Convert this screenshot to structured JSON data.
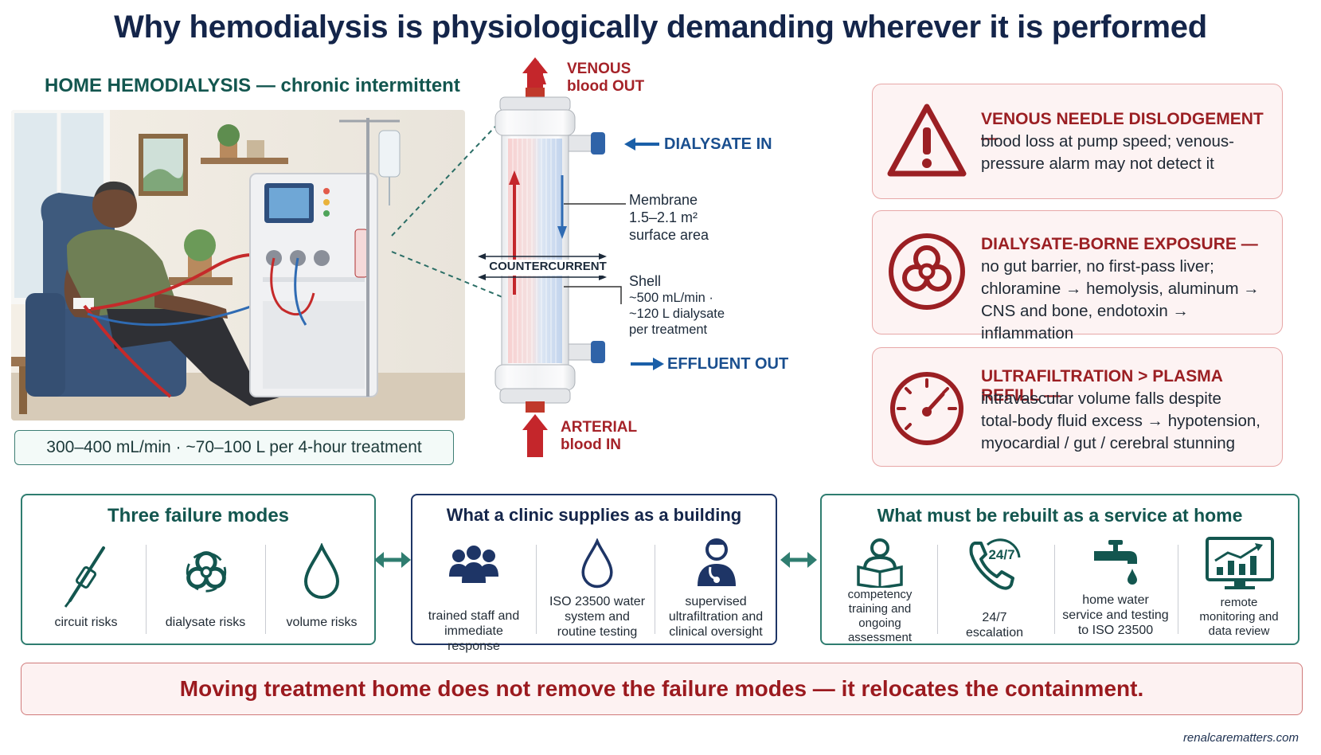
{
  "title": "Why hemodialysis is physiologically demanding wherever it is performed",
  "home_section": {
    "heading": "HOME HEMODIALYSIS — chronic intermittent",
    "flow_note": "300–400 mL/min · ~70–100 L per 4-hour treatment"
  },
  "dialyzer": {
    "venous_line1": "VENOUS",
    "venous_line2": "blood OUT",
    "dialysate_in": "DIALYSATE IN",
    "membrane_line1": "Membrane",
    "membrane_line2": "1.5–2.1 m²",
    "membrane_line3": "surface area",
    "countercurrent": "COUNTERCURRENT",
    "shell_line1": "Shell",
    "shell_line2": "~500 mL/min ·",
    "shell_line3": "~120 L dialysate",
    "shell_line4": "per treatment",
    "effluent_out": "EFFLUENT OUT",
    "arterial_line1": "ARTERIAL",
    "arterial_line2": "blood IN"
  },
  "risks": [
    {
      "title": "VENOUS NEEDLE DISLODGEMENT —",
      "body": "blood loss at pump speed; venous-\npressure alarm may not detect it",
      "icon": "warning-icon"
    },
    {
      "title": "DIALYSATE-BORNE EXPOSURE —",
      "body": "no gut barrier, no first-pass liver;\nchloramine → hemolysis, aluminum →\nCNS and bone, endotoxin → inflammation",
      "icon": "biohazard-icon"
    },
    {
      "title": "ULTRAFILTRATION > PLASMA REFILL —",
      "body": "intravascular volume falls despite\ntotal-body fluid excess → hypotension,\nmyocardial / gut / cerebral stunning",
      "icon": "gauge-icon"
    }
  ],
  "failure_modes": {
    "title": "Three failure modes",
    "items": [
      {
        "label": "circuit risks",
        "icon": "needle-icon"
      },
      {
        "label": "dialysate risks",
        "icon": "biohazard-icon"
      },
      {
        "label": "volume risks",
        "icon": "drop-icon"
      }
    ]
  },
  "clinic": {
    "title": "What a clinic supplies as a building",
    "items": [
      {
        "label": "trained staff and\nimmediate response",
        "icon": "team-icon"
      },
      {
        "label": "ISO 23500 water\nsystem and\nroutine testing",
        "icon": "drop-icon"
      },
      {
        "label": "supervised\nultrafiltration and\nclinical oversight",
        "icon": "clinician-icon"
      }
    ]
  },
  "home_service": {
    "title": "What must be rebuilt as a service at home",
    "items": [
      {
        "label": "competency\ntraining and\nongoing\nassessment",
        "icon": "training-icon"
      },
      {
        "label": "24/7\nescalation",
        "icon": "phone-24-7-icon",
        "badge": "24/7"
      },
      {
        "label": "home water\nservice and testing\nto ISO 23500",
        "icon": "faucet-icon"
      },
      {
        "label": "remote\nmonitoring and\ndata review",
        "icon": "monitor-chart-icon"
      }
    ]
  },
  "banner": "Moving treatment home does not remove the failure modes — it relocates the containment.",
  "footer": "renalcarematters.com",
  "colors": {
    "navy": "#14254a",
    "teal": "#13564f",
    "red": "#9b1f23",
    "blue": "#1a5fa8"
  }
}
